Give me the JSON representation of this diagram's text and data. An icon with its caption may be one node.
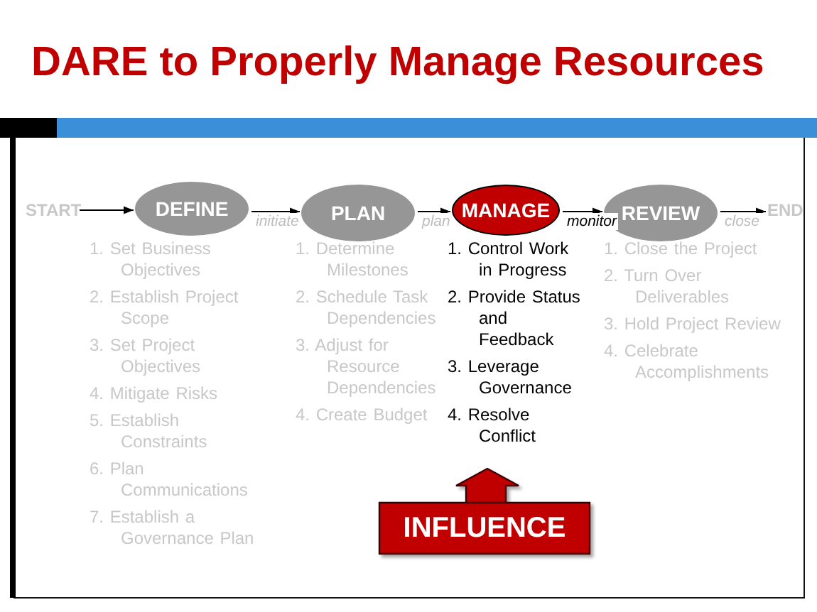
{
  "diagram": {
    "title": "DARE to Properly Manage Resources",
    "nodes": [
      {
        "text": [
          "START"
        ]
      },
      {
        "text": [
          "DEFINE"
        ],
        "beside": [
          "1. Set Business Objectives",
          "2. Establish Project Scope",
          "3. Set Project Objectives",
          "4. Mitigate Risks",
          "5. Establish Constraints",
          "6. Plan Communications",
          "7. Establish a Governance Plan"
        ]
      },
      {
        "text": [
          "PLAN"
        ],
        "beside": [
          "1. Determine Milestones",
          "2. Schedule Task Dependencies",
          "3. Adjust for Resource Dependencies",
          "4. Create Budget"
        ]
      },
      {
        "text": [
          "MANAGE"
        ],
        "beside": [
          "1. Control Work in Progress",
          "2. Provide Status and Feedback",
          "3. Leverage Governance",
          "4. Resolve Conflict"
        ]
      },
      {
        "text": [
          "REVIEW"
        ],
        "beside": [
          "1. Close the Project",
          "2. Turn Over Deliverables",
          "3. Hold Project Review",
          "4. Celebrate Accomplishments"
        ]
      },
      {
        "text": [
          "END"
        ]
      },
      {
        "text": [
          "INFLUENCE"
        ]
      }
    ],
    "edges": [
      {
        "from": 0,
        "to": 1,
        "arrow": "to"
      },
      {
        "from": 1,
        "to": 2,
        "arrow": "to",
        "label": "initiate"
      },
      {
        "from": 2,
        "to": 3,
        "arrow": "to",
        "label": "plan"
      },
      {
        "from": 3,
        "to": 4,
        "arrow": "to",
        "label": "monitor"
      },
      {
        "from": 4,
        "to": 5,
        "arrow": "to",
        "label": "close"
      }
    ]
  }
}
